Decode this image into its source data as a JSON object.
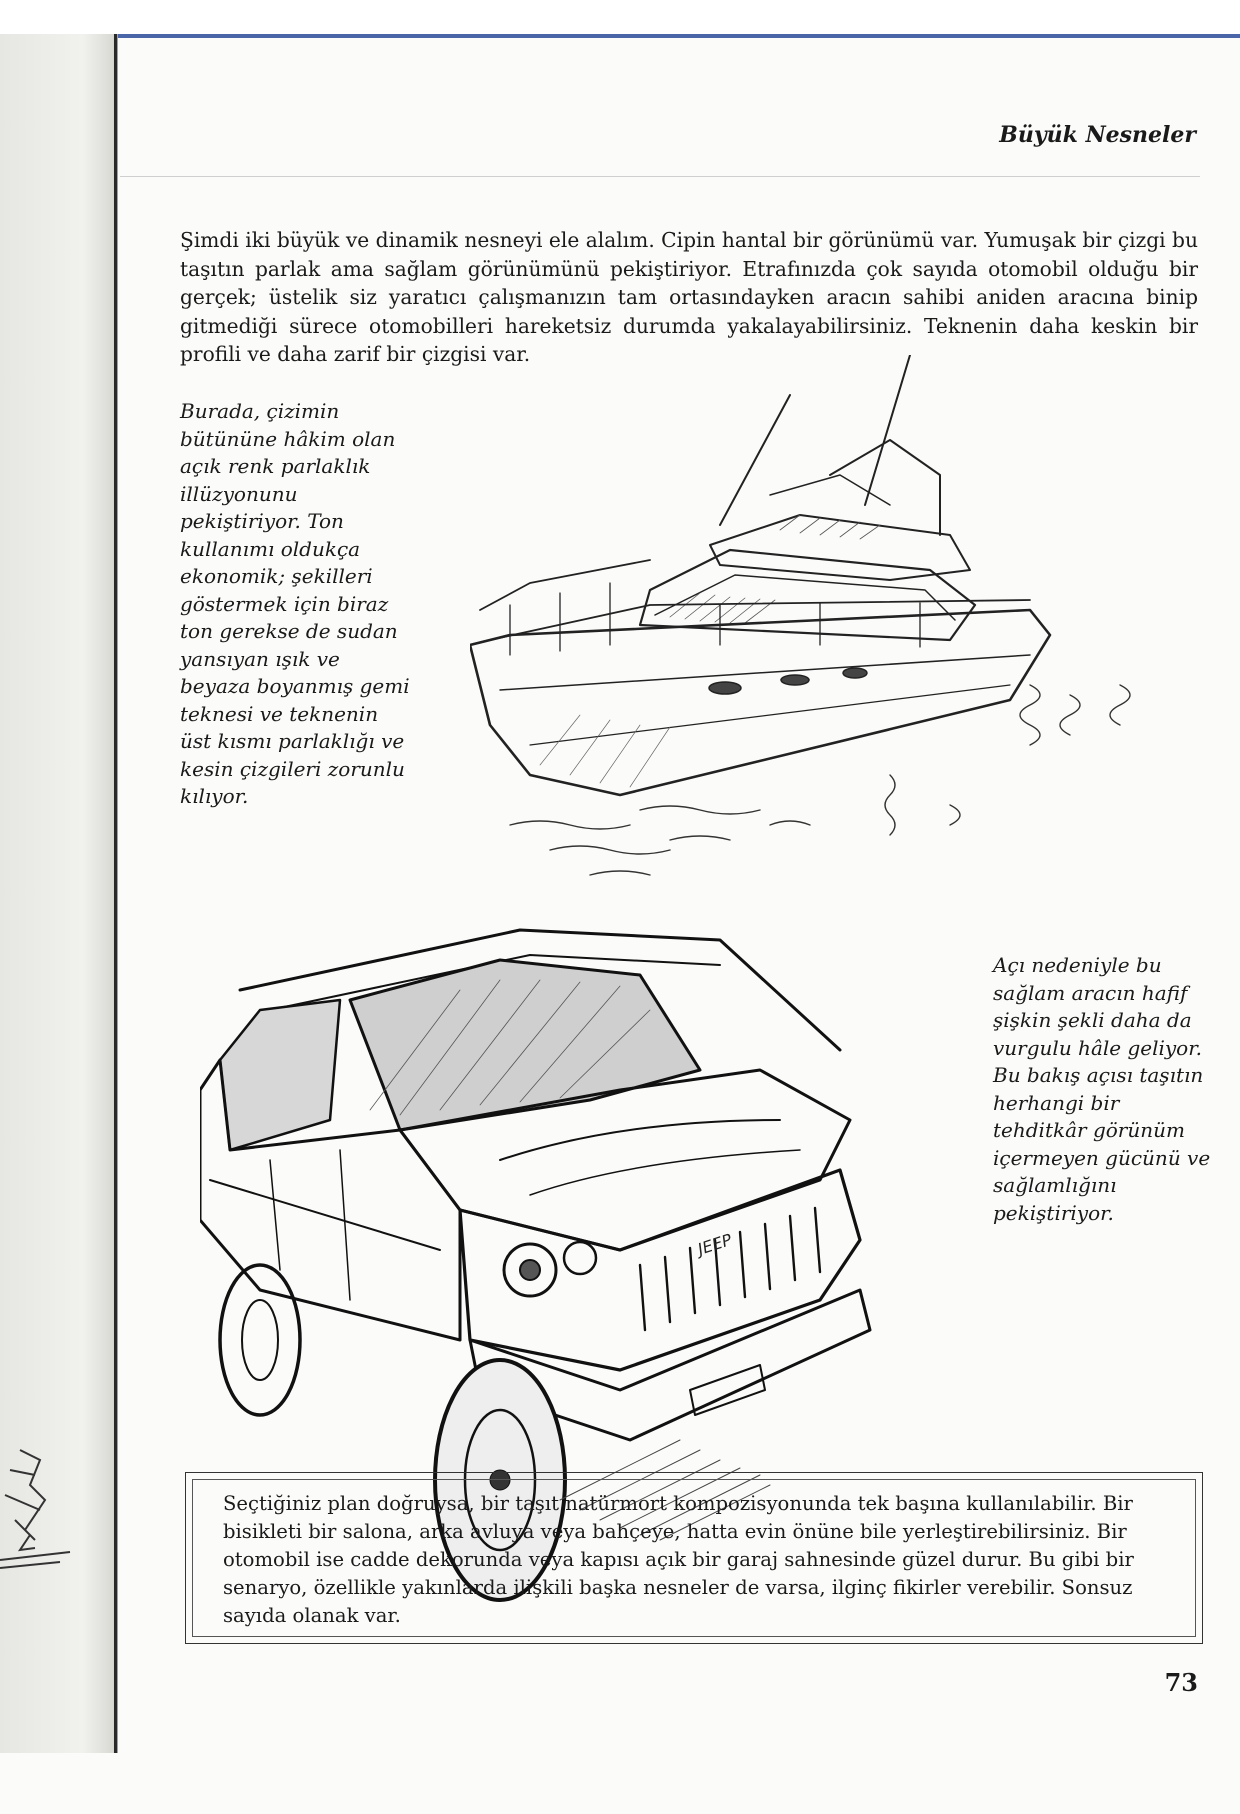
{
  "header": {
    "running_title": "Büyük Nesneler"
  },
  "intro": {
    "text": "Şimdi iki büyük ve dinamik nesneyi ele alalım. Cipin hantal bir görünümü var. Yumuşak bir çizgi bu taşıtın parlak ama sağlam görünümünü pekiştiriyor. Etrafınızda çok sayıda otomobil olduğu bir gerçek; üstelik siz yaratıcı çalışmanızın tam ortasındayken aracın sahibi aniden aracına binip gitmediği sürece otomobilleri hareketsiz durumda yakalayabilirsiniz. Teknenin daha keskin bir profili ve daha zarif bir çizgisi var."
  },
  "captions": {
    "boat": "Burada, çizimin bütününe hâkim olan açık renk parlaklık illüzyonunu pekiştiriyor. Ton kullanımı oldukça ekonomik; şekilleri göstermek için biraz ton gerekse de sudan yansıyan ışık ve beyaza boyanmış gemi teknesi ve teknenin üst kısmı parlaklığı ve kesin çizgileri zorunlu kılıyor.",
    "jeep": "Açı nedeniyle bu sağlam aracın hafif şişkin şekli daha da vurgulu hâle geliyor. Bu bakış açısı taşıtın herhangi bir tehditkâr görünüm içermeyen gücünü ve sağlamlığını pekiştiriyor."
  },
  "note_box": {
    "text": "Seçtiğiniz plan doğruysa, bir taşıt natürmort kompozisyonunda tek başına kullanılabilir. Bir bisikleti bir salona, arka avluya veya bahçeye, hatta evin önüne bile yerleştirebilirsiniz. Bir otomobil ise cadde dekorunda veya kapısı açık bir garaj sahnesinde güzel durur. Bu gibi bir senaryo, özellikle yakınlarda ilişkili başka nesneler de varsa, ilginç fikirler verebilir. Sonsuz sayıda olanak var."
  },
  "footer": {
    "page_number": "73"
  },
  "illustrations": {
    "boat_icon": "motor-yacht-sketch",
    "jeep_icon": "suv-sketch",
    "jeep_badge": "JEEP"
  }
}
